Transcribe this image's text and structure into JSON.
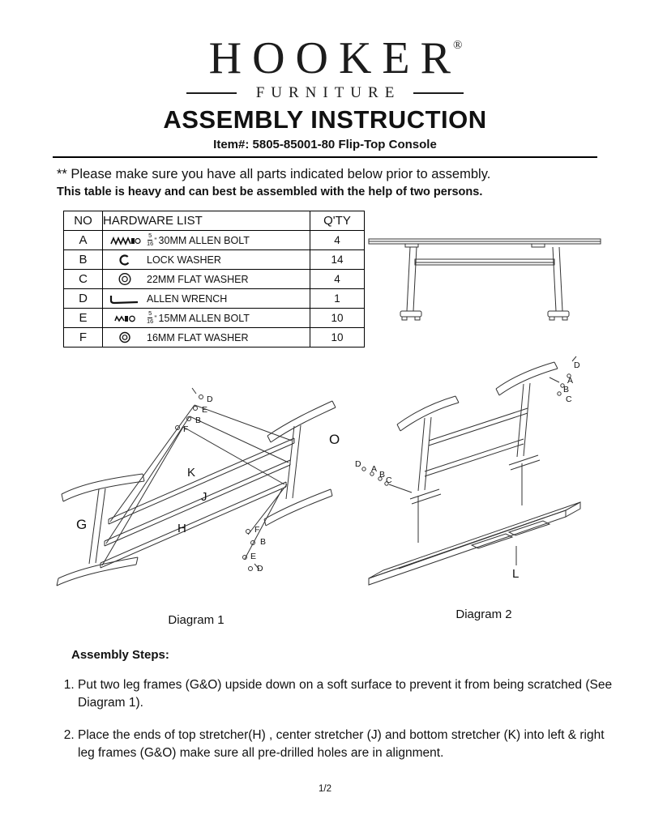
{
  "header": {
    "brand": "HOOKER",
    "registered_mark": "®",
    "brand_sub": "FURNITURE",
    "title": "ASSEMBLY INSTRUCTION",
    "item_line": "Item#: 5805-85001-80 Flip-Top Console"
  },
  "notice": {
    "line1": "** Please make sure you have all parts indicated below prior to assembly.",
    "line2": "This table is heavy and can best be assembled with the help of two persons."
  },
  "hardware_table": {
    "col_no": "NO",
    "col_list": "HARDWARE LIST",
    "col_qty": "Q'TY",
    "rows": [
      {
        "no": "A",
        "icon": "allen-bolt-30mm-icon",
        "frac_top": "5",
        "frac_bot": "16",
        "inch": "\"",
        "desc": "30MM ALLEN BOLT",
        "qty": "4"
      },
      {
        "no": "B",
        "icon": "lock-washer-icon",
        "desc": "LOCK WASHER",
        "qty": "14"
      },
      {
        "no": "C",
        "icon": "flat-washer-22mm-icon",
        "desc": "22MM FLAT WASHER",
        "qty": "4"
      },
      {
        "no": "D",
        "icon": "allen-wrench-icon",
        "desc": "ALLEN WRENCH",
        "qty": "1"
      },
      {
        "no": "E",
        "icon": "allen-bolt-15mm-icon",
        "frac_top": "5",
        "frac_bot": "16",
        "inch": "\"",
        "desc": "15MM ALLEN BOLT",
        "qty": "10"
      },
      {
        "no": "F",
        "icon": "flat-washer-16mm-icon",
        "desc": "16MM FLAT WASHER",
        "qty": "10"
      }
    ]
  },
  "diagram1": {
    "caption": "Diagram 1",
    "part_labels": {
      "g": "G",
      "k": "K",
      "j": "J",
      "h": "H",
      "o": "O"
    },
    "callouts_top": [
      "D",
      "E",
      "B",
      "F"
    ],
    "callouts_bottom": [
      "F",
      "B",
      "E",
      "D"
    ]
  },
  "diagram2": {
    "caption": "Diagram 2",
    "part_labels": {
      "l": "L"
    },
    "callouts_left": [
      "D",
      "A",
      "B",
      "C"
    ],
    "callouts_right": [
      "D",
      "A",
      "B",
      "C"
    ]
  },
  "steps": {
    "heading": "Assembly Steps:",
    "items": [
      "Put two leg frames (G&O) upside down on a soft surface to prevent it from being scratched (See Diagram 1).",
      "Place the ends of top stretcher(H) , center stretcher (J) and bottom stretcher (K) into left & right leg frames (G&O) make sure all pre-drilled holes are in alignment."
    ]
  },
  "footer": {
    "page": "1/2"
  }
}
